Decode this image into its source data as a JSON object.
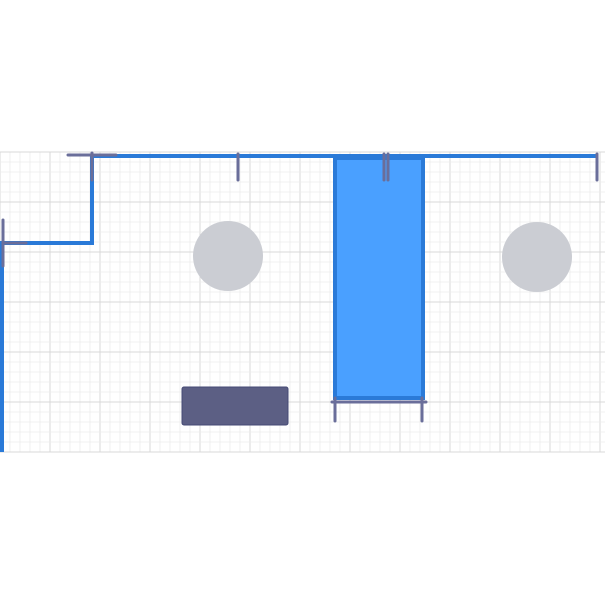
{
  "app": {
    "view": "floor-plan-editor"
  },
  "colors": {
    "background": "#ffffff",
    "grid_minor": "#ececec",
    "grid_major": "#d9d9d9",
    "wall": "#2a7ad8",
    "selection_fill": "#4aa0ff",
    "selection_stroke": "#2a7ad8",
    "handle": "#6a6e9a",
    "column": "#cbcdd3",
    "furniture": "#5c5f84",
    "furniture_stroke": "#454a75"
  },
  "elements": {
    "walls": [
      "wall-top",
      "wall-step-vertical",
      "wall-step-horizontal",
      "wall-left"
    ],
    "columns": [
      "column-left",
      "column-right"
    ],
    "selected": "selected-partition",
    "furniture": [
      "furniture-block"
    ]
  }
}
